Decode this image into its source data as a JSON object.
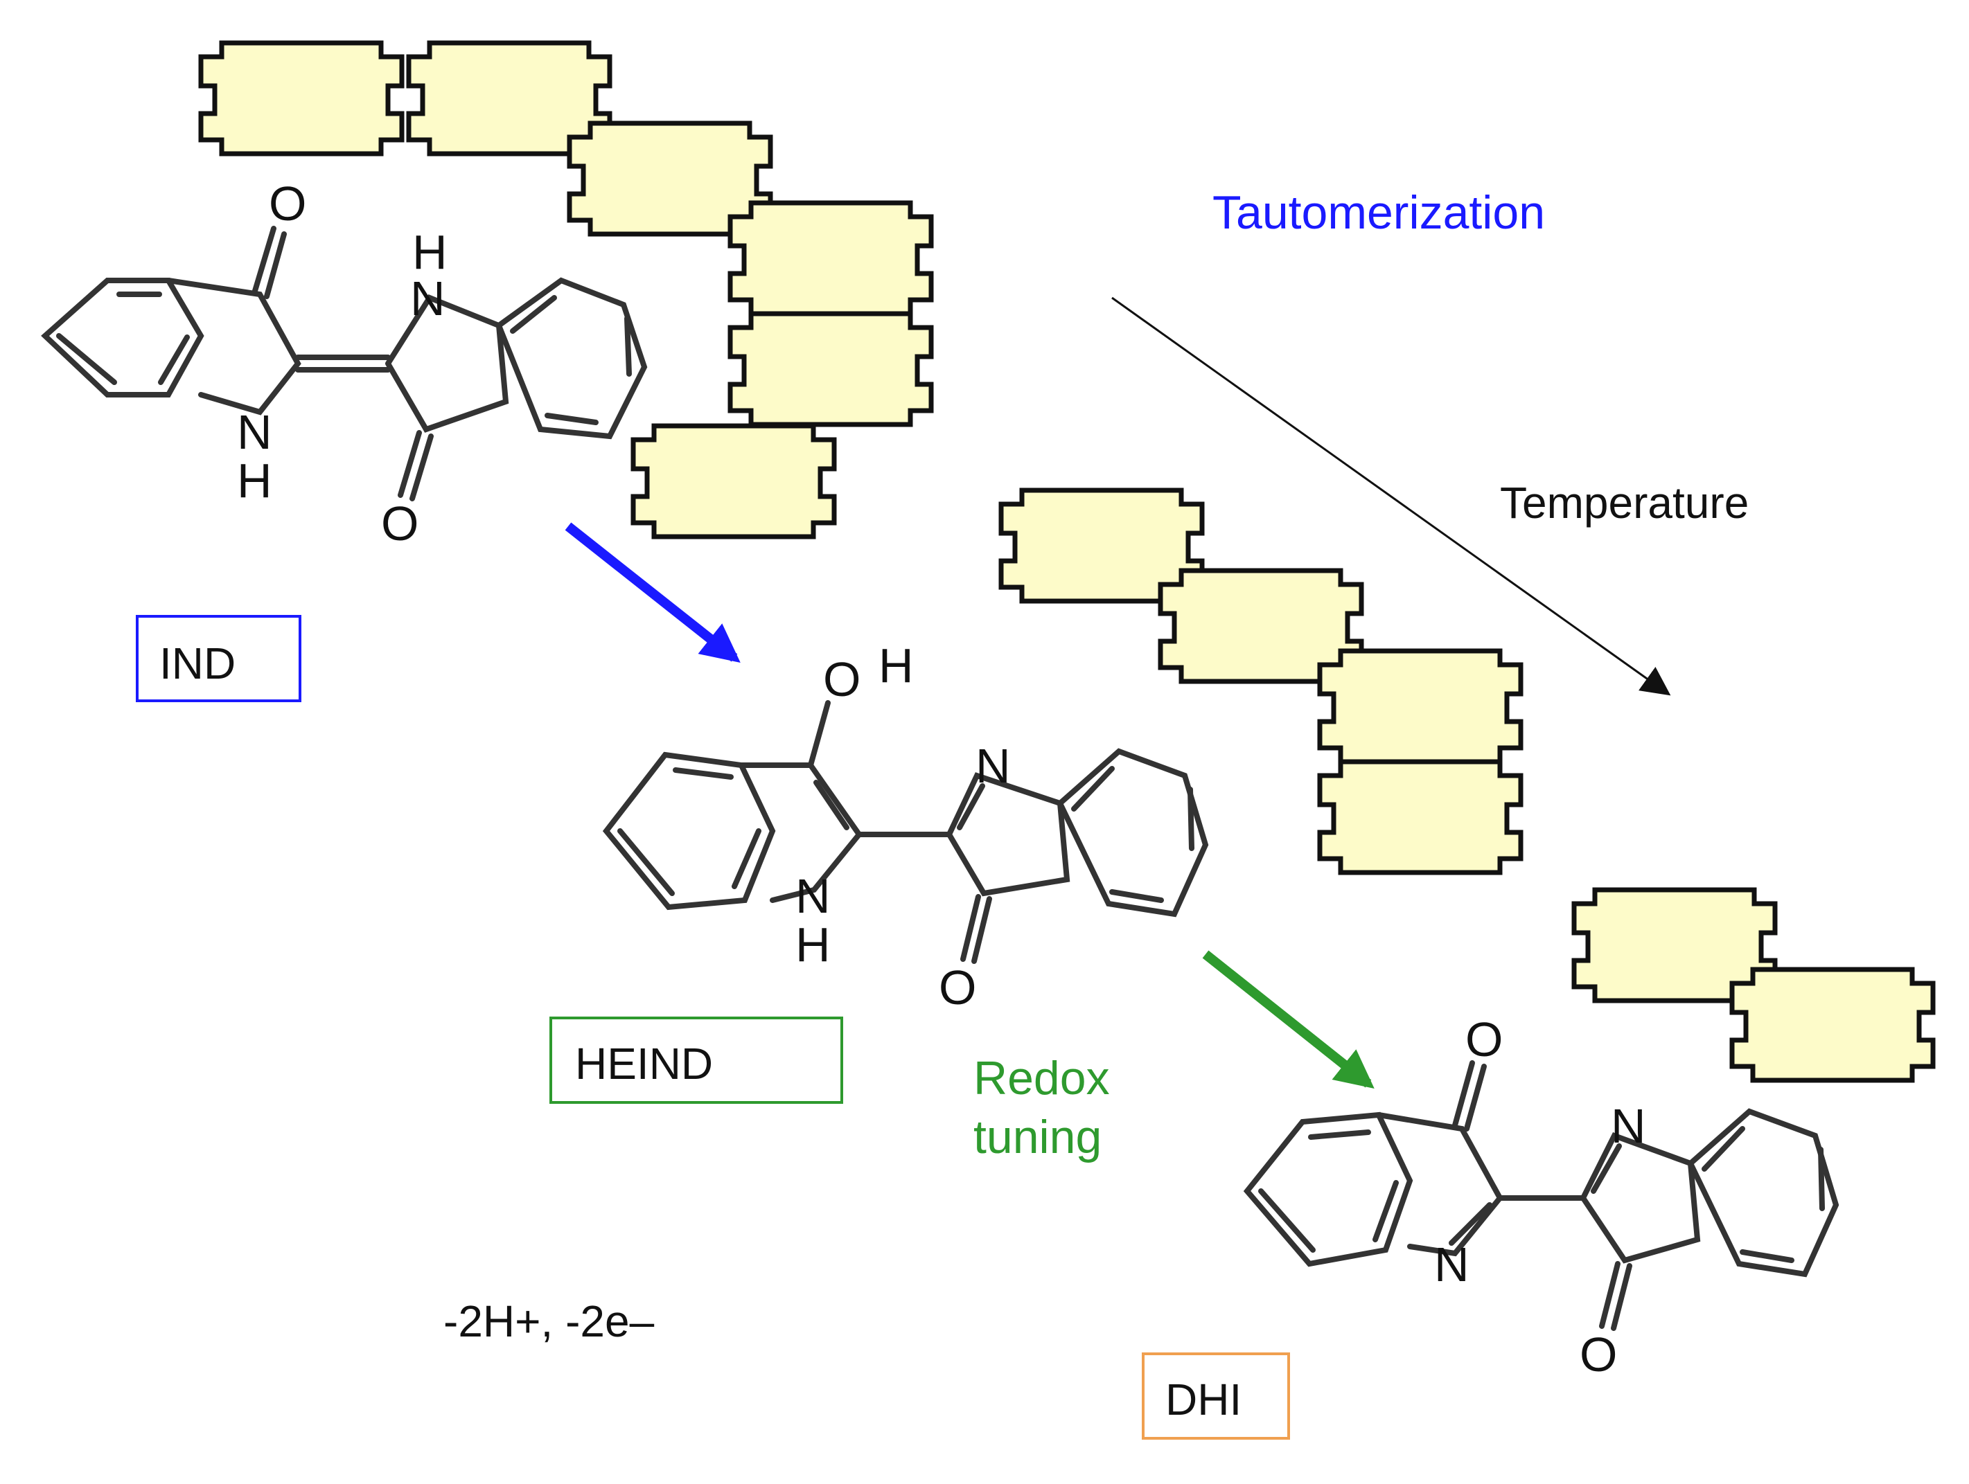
{
  "labels": {
    "tautomerization": "Tautomerization",
    "temperature": "Temperature",
    "redox_line1": "Redox",
    "redox_line2": "tuning",
    "reaction_condition": "-2H+, -2e–",
    "ind": "IND",
    "heind": "HEIND",
    "dhi": "DHI"
  },
  "atoms": {
    "O": "O",
    "N": "N",
    "H": "H",
    "NH": "NH",
    "HN": "HN"
  },
  "colors": {
    "blue": "#1a1aff",
    "green": "#2e9a2e",
    "orange": "#f0a050",
    "box_fill": "#fdfbc9",
    "stroke": "#111111",
    "bond": "#333333"
  }
}
